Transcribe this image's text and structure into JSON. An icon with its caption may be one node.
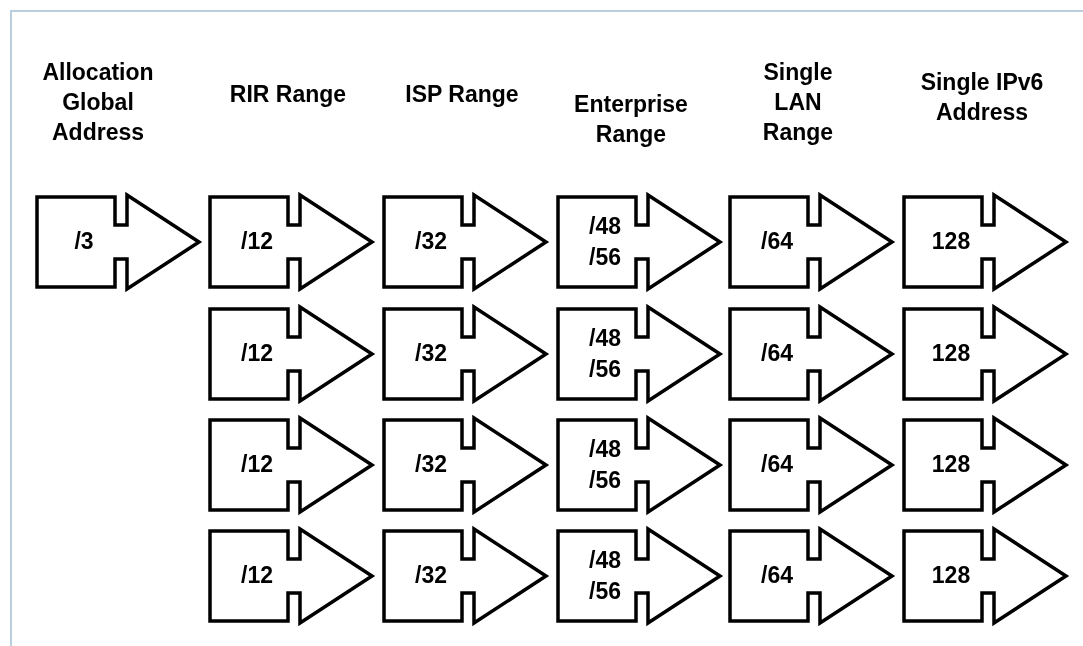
{
  "diagram": {
    "nodes": [
      {
        "text": [
          "/3"
        ]
      },
      {
        "text": [
          "/12"
        ]
      },
      {
        "text": [
          "/32"
        ]
      },
      {
        "text": [
          "/48 /56"
        ]
      },
      {
        "text": [
          "/64"
        ]
      },
      {
        "text": [
          "128"
        ]
      },
      {
        "text": [
          "/12"
        ]
      },
      {
        "text": [
          "/32"
        ]
      },
      {
        "text": [
          "/48 /56"
        ]
      },
      {
        "text": [
          "/64"
        ]
      },
      {
        "text": [
          "128"
        ]
      },
      {
        "text": [
          "/12"
        ]
      },
      {
        "text": [
          "/32"
        ]
      },
      {
        "text": [
          "/48 /56"
        ]
      },
      {
        "text": [
          "/64"
        ]
      },
      {
        "text": [
          "128"
        ]
      },
      {
        "text": [
          "/12"
        ]
      },
      {
        "text": [
          "/32"
        ]
      },
      {
        "text": [
          "/48 /56"
        ]
      },
      {
        "text": [
          "/64"
        ]
      },
      {
        "text": [
          "128"
        ]
      }
    ],
    "labels": [
      "Allocation Global Address",
      "RIR Range",
      "ISP Range",
      "Enterprise Range",
      "Single LAN Range",
      "Single IPv6 Address"
    ]
  }
}
